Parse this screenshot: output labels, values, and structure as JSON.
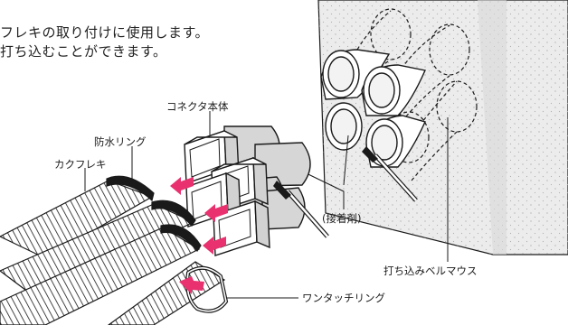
{
  "caption": {
    "line1": "フレキの取り付けに使用します。",
    "line2": "打ち込むことができます。"
  },
  "labels": {
    "connector_body": "コネクタ本体",
    "waterproof_ring": "防水リング",
    "kakuflex": "カクフレキ",
    "adhesive": "(接着剤)",
    "bellmouth": "打ち込みベルマウス",
    "one_touch_ring": "ワンタッチリング"
  },
  "colors": {
    "outline": "#1a1a1a",
    "wall_fill": "#e9e9e9",
    "connector_fill": "#ffffff",
    "shade": "#d2d2d2",
    "arrow": "#e8316e"
  }
}
